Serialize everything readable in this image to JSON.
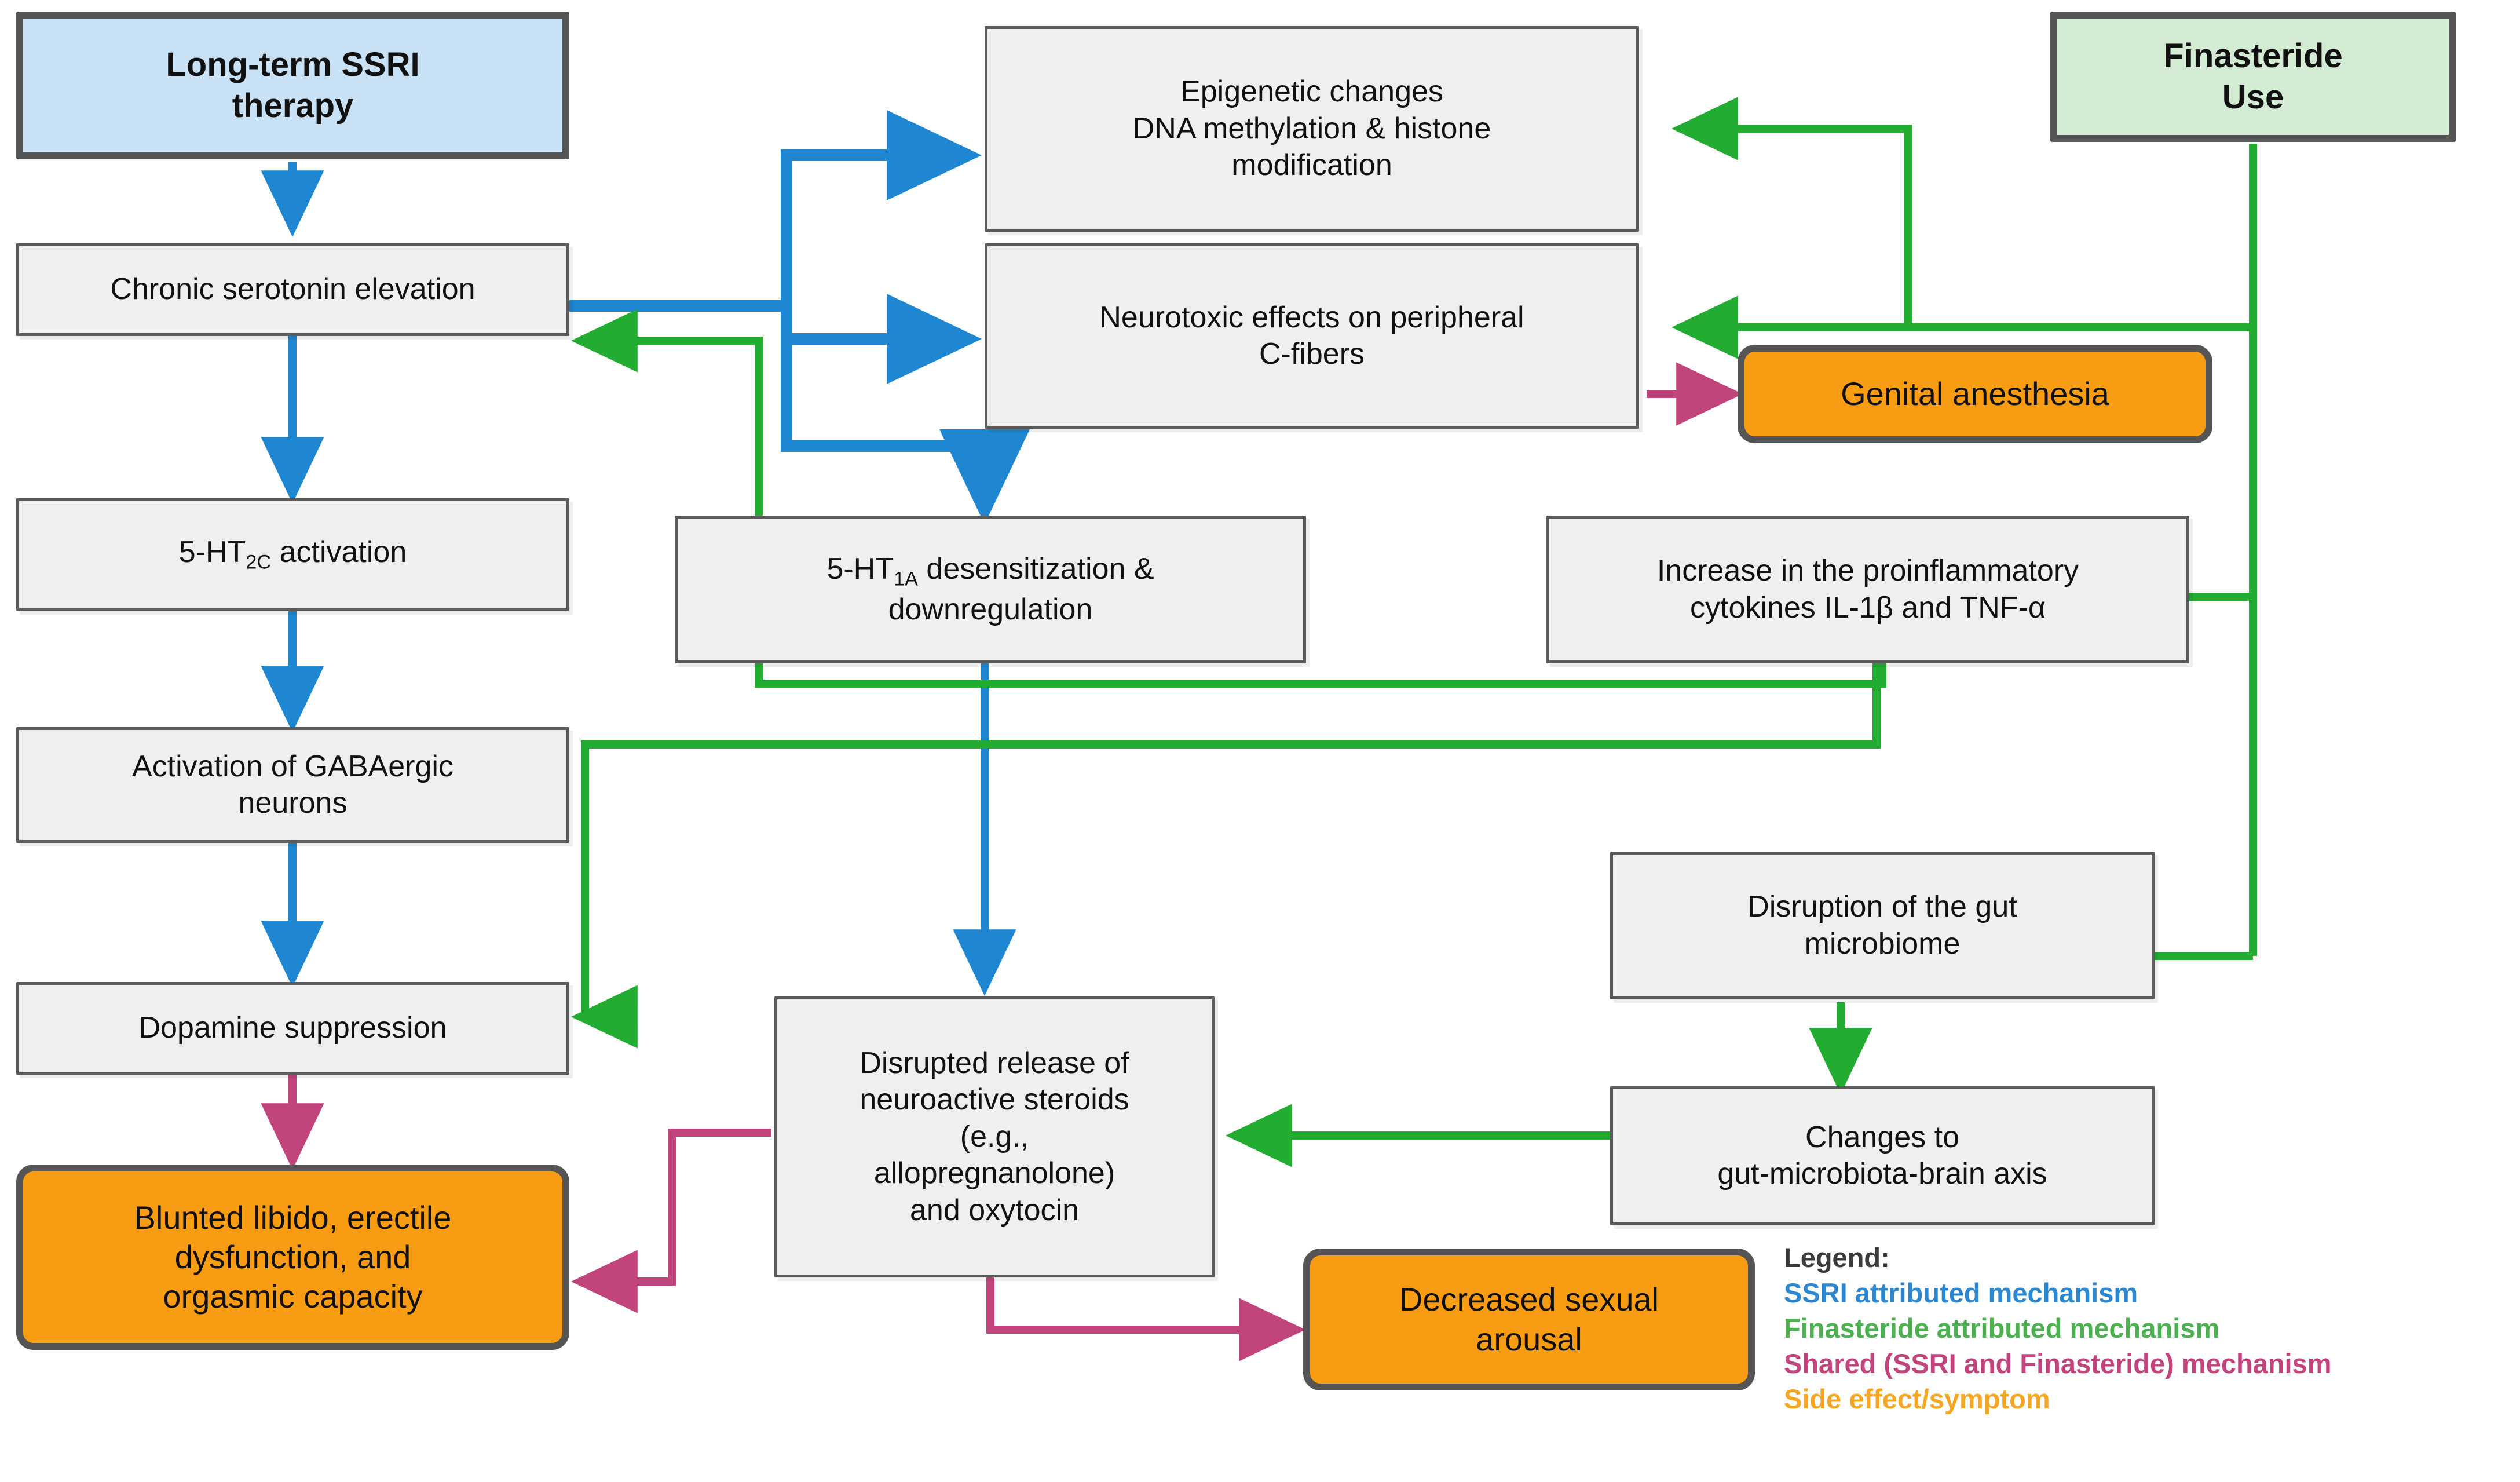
{
  "colors": {
    "ssri_blue": "#1f87d2",
    "finasteride_green": "#23ac32",
    "shared_pink": "#c2447c",
    "side_effect_orange": "#f89c13",
    "node_fill": "#efefef",
    "node_border": "#5a5a5a",
    "ssri_box_fill": "#c9e1f5",
    "finasteride_box_fill": "#d4ecd4"
  },
  "nodes": {
    "ssri_therapy": "Long-term SSRI therapy",
    "finasteride_use": "Finasteride Use",
    "chronic_serotonin": "Chronic serotonin elevation",
    "epigenetic": "Epigenetic changes DNA methylation & histone modification",
    "epigenetic_line1": "Epigenetic changes",
    "epigenetic_line2": "DNA methylation & histone",
    "epigenetic_line3": "modification",
    "neurotoxic_line1": "Neurotoxic effects on peripheral",
    "neurotoxic_line2": "C-fibers",
    "genital_anesthesia": "Genital anesthesia",
    "ht2c_pre": "5-HT",
    "ht2c_sub": "2C",
    "ht2c_post": " activation",
    "gabaergic_line1": "Activation of GABAergic",
    "gabaergic_line2": "neurons",
    "dopamine_suppression": "Dopamine suppression",
    "blunted_line1": "Blunted libido, erectile",
    "blunted_line2": "dysfunction, and",
    "blunted_line3": "orgasmic capacity",
    "ht1a_pre": "5-HT",
    "ht1a_sub": "1A",
    "ht1a_post": " desensitization &",
    "ht1a_line2": "downregulation",
    "cytokines_line1": "Increase in the proinflammatory",
    "cytokines_line2": "cytokines IL-1β and TNF-α",
    "gut_microbiome_line1": "Disruption of the gut",
    "gut_microbiome_line2": "microbiome",
    "gut_axis_line1": "Changes to",
    "gut_axis_line2": "gut-microbiota-brain axis",
    "neuroactive_line1": "Disrupted release of",
    "neuroactive_line2": "neuroactive steroids",
    "neuroactive_line3": "(e.g.,",
    "neuroactive_line4": "allopregnanolone)",
    "neuroactive_line5": "and oxytocin",
    "decreased_arousal_line1": "Decreased sexual",
    "decreased_arousal_line2": "arousal",
    "ssri_line1": "Long-term SSRI",
    "ssri_line2": "therapy",
    "fin_line1": "Finasteride",
    "fin_line2": "Use"
  },
  "legend": {
    "title": "Legend:",
    "items": [
      {
        "label": "SSRI attributed mechanism",
        "color": "#2a87d0"
      },
      {
        "label": "Finasteride attributed mechanism",
        "color": "#4caf50"
      },
      {
        "label": "Shared (SSRI and Finasteride) mechanism",
        "color": "#c2447c"
      },
      {
        "label": "Side effect/symptom",
        "color": "#f5a623"
      }
    ]
  },
  "edges": [
    {
      "from": "ssri_therapy",
      "to": "chronic_serotonin",
      "type": "ssri"
    },
    {
      "from": "chronic_serotonin",
      "to": "epigenetic",
      "type": "ssri"
    },
    {
      "from": "chronic_serotonin",
      "to": "neurotoxic",
      "type": "ssri"
    },
    {
      "from": "chronic_serotonin",
      "to": "ht1a",
      "type": "ssri"
    },
    {
      "from": "chronic_serotonin",
      "to": "ht2c",
      "type": "ssri"
    },
    {
      "from": "ht2c",
      "to": "gabaergic",
      "type": "ssri"
    },
    {
      "from": "gabaergic",
      "to": "dopamine_suppression",
      "type": "ssri"
    },
    {
      "from": "ht1a",
      "to": "neuroactive",
      "type": "ssri"
    },
    {
      "from": "dopamine_suppression",
      "to": "blunted",
      "type": "shared"
    },
    {
      "from": "neurotoxic",
      "to": "genital_anesthesia",
      "type": "shared"
    },
    {
      "from": "neuroactive",
      "to": "blunted",
      "type": "shared"
    },
    {
      "from": "neuroactive",
      "to": "decreased_arousal",
      "type": "shared"
    },
    {
      "from": "finasteride_use",
      "to": "epigenetic",
      "type": "finasteride"
    },
    {
      "from": "finasteride_use",
      "to": "neurotoxic",
      "type": "finasteride"
    },
    {
      "from": "finasteride_use",
      "to": "cytokines",
      "type": "finasteride"
    },
    {
      "from": "finasteride_use",
      "to": "gut_microbiome",
      "type": "finasteride"
    },
    {
      "from": "cytokines",
      "to": "chronic_serotonin",
      "type": "finasteride"
    },
    {
      "from": "cytokines",
      "to": "dopamine_suppression",
      "type": "finasteride"
    },
    {
      "from": "gut_microbiome",
      "to": "gut_axis",
      "type": "finasteride"
    },
    {
      "from": "gut_axis",
      "to": "neuroactive",
      "type": "finasteride"
    }
  ]
}
